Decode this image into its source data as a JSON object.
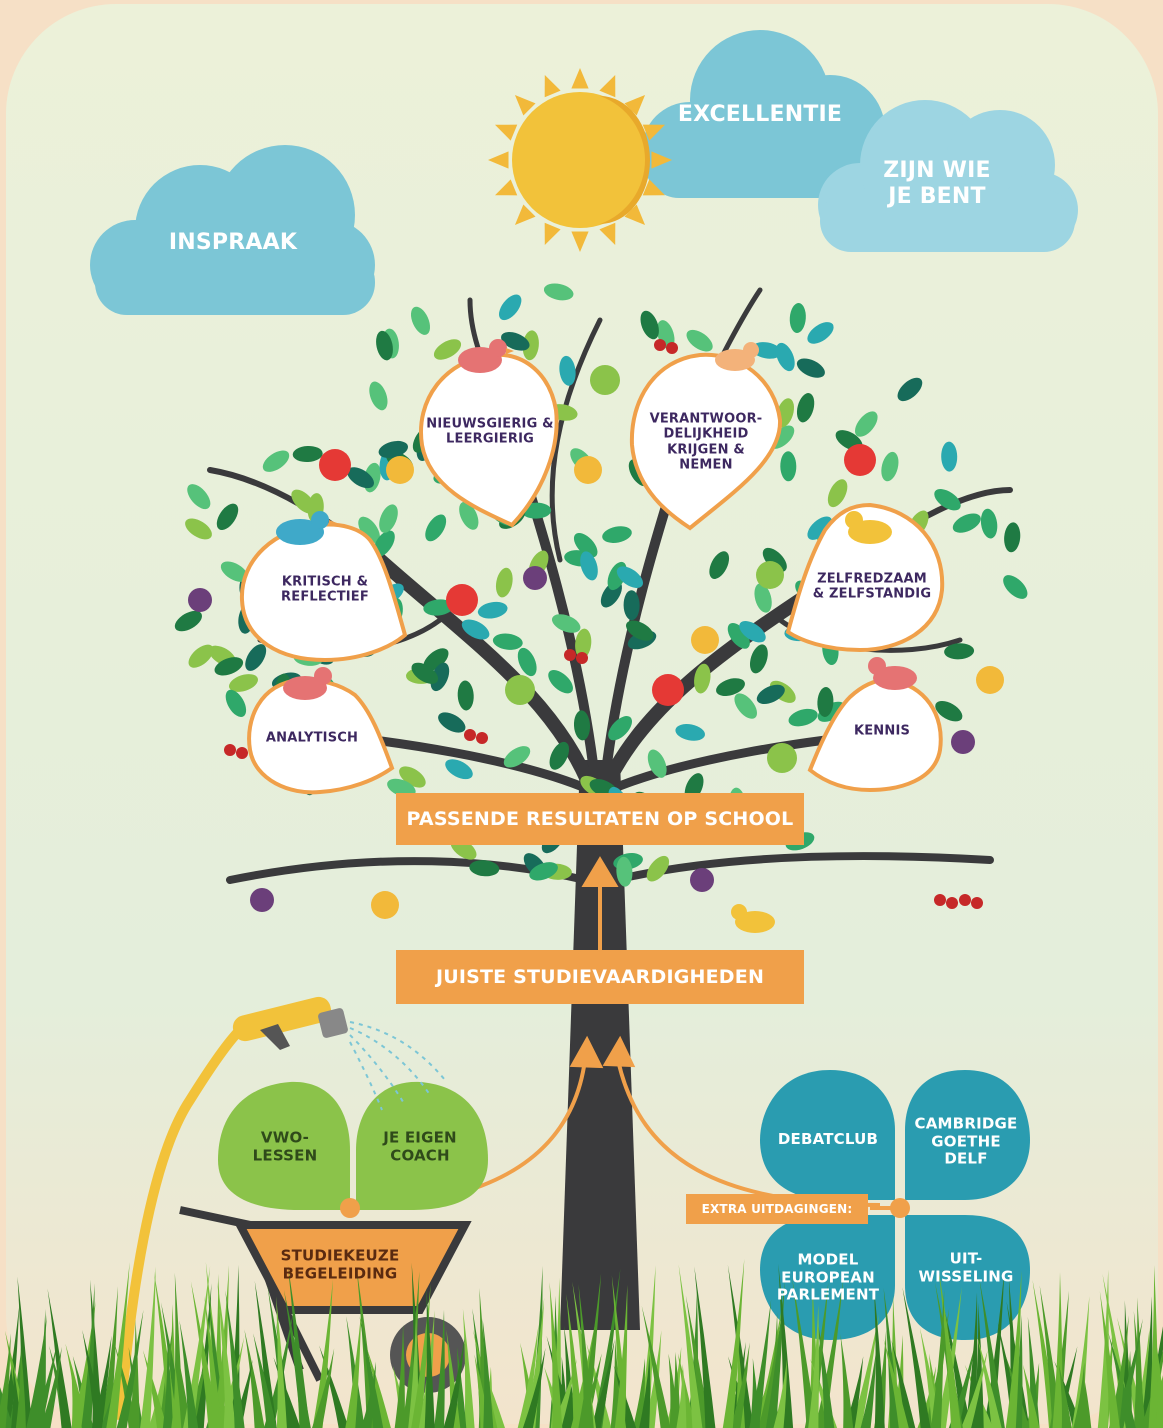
{
  "clouds": {
    "inspraak": "INSPRAAK",
    "excellentie": "EXCELLENTIE",
    "zijn_wie": "ZIJN WIE\nJE BENT"
  },
  "drops": {
    "nieuwsgierig": "NIEUWSGIERIG &\nLEERGIERIG",
    "verantwoordelijkheid": "VERANTWOOR-\nDELIJKHEID\nKRIJGEN &\nNEMEN",
    "kritisch": "KRITISCH &\nREFLECTIEF",
    "zelfredzaam": "ZELFREDZAAM\n& ZELFSTANDIG",
    "analytisch": "ANALYTISCH",
    "kennis": "KENNIS"
  },
  "banners": {
    "resultaten": "PASSENDE RESULTATEN OP SCHOOL",
    "studievaardigheden": "JUISTE STUDIEVAARDIGHEDEN"
  },
  "leaves": {
    "vwo": "VWO-\nLESSEN",
    "coach": "JE EIGEN\nCOACH"
  },
  "wheelbarrow": {
    "label": "STUDIEKEUZE\nBEGELEIDING"
  },
  "extra": {
    "tag": "EXTRA UITDAGINGEN:",
    "debatclub": "DEBATCLUB",
    "cambridge": "CAMBRIDGE\nGOETHE\nDELF",
    "model": "MODEL\nEUROPEAN\nPARLEMENT",
    "uitwisseling": "UIT-\nWISSELING"
  },
  "colors": {
    "sky": "#e8efd6",
    "cloud": "#7cc6d6",
    "sun": "#f2c23a",
    "trunk": "#3a3a3c",
    "banner": "#f0a04a",
    "drop_border": "#f0a04a",
    "drop_text": "#3d2860",
    "leaf_green": "#8bc34a",
    "clover": "#2a9cb0",
    "grass": "#4c9a2a"
  }
}
